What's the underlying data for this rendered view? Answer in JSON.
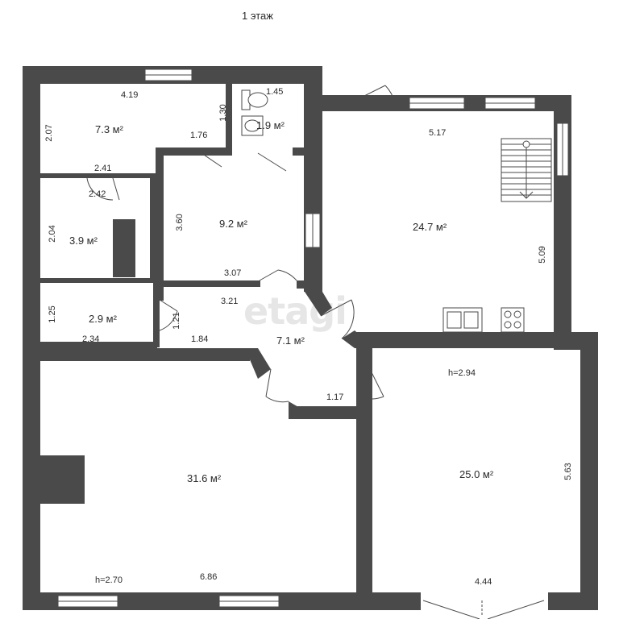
{
  "floor_title": "1 этаж",
  "watermark": "etagi",
  "rooms": [
    {
      "key": "r1",
      "area": "7.3 м²"
    },
    {
      "key": "r2",
      "area": "1.9 м²"
    },
    {
      "key": "r3",
      "area": "3.9 м²"
    },
    {
      "key": "r4",
      "area": "9.2 м²"
    },
    {
      "key": "r5",
      "area": "24.7 м²"
    },
    {
      "key": "r6",
      "area": "2.9 м²"
    },
    {
      "key": "r7",
      "area": "7.1 м²"
    },
    {
      "key": "r8",
      "area": "31.6 м²"
    },
    {
      "key": "r9",
      "area": "25.0 м²"
    }
  ],
  "dimensions": {
    "d_419": "4.19",
    "d_207": "2.07",
    "d_130": "1.30",
    "d_176": "1.76",
    "d_145": "1.45",
    "d_241": "2.41",
    "d_242": "2.42",
    "d_204": "2.04",
    "d_360": "3.60",
    "d_307": "3.07",
    "d_517": "5.17",
    "d_509": "5.09",
    "d_125": "1.25",
    "d_234": "2.34",
    "d_121": "1.21",
    "d_321": "3.21",
    "d_184": "1.84",
    "d_117": "1.17",
    "d_563": "5.63",
    "d_686": "6.86",
    "d_444": "4.44"
  },
  "heights": {
    "h1": "h=2.94",
    "h2": "h=2.70"
  }
}
